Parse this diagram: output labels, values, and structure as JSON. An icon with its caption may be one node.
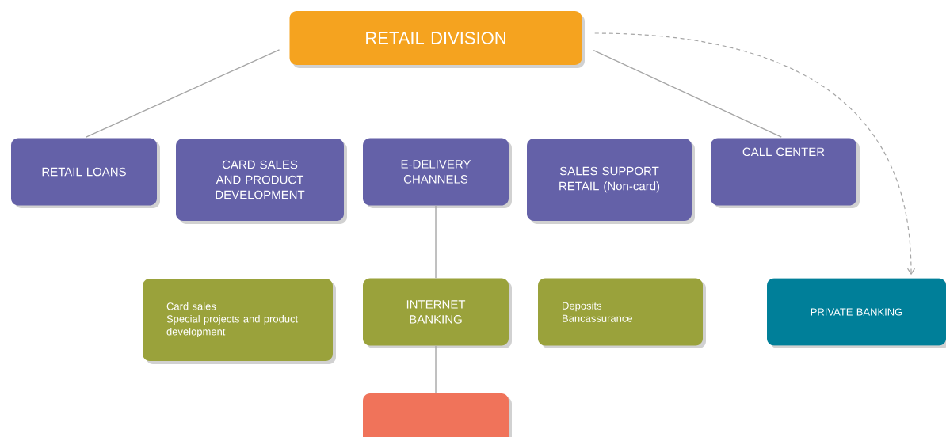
{
  "diagram": {
    "nodes": [
      {
        "text": [
          "RETAIL DIVISION"
        ]
      },
      {
        "text": [
          "RETAIL LOANS"
        ]
      },
      {
        "text": [
          "CARD SALES AND PRODUCT DEVELOPMENT"
        ]
      },
      {
        "text": [
          "E-DELIVERY CHANNELS"
        ]
      },
      {
        "text": [
          "SALES SUPPORT RETAIL (Non-card)"
        ]
      },
      {
        "text": [
          "CALL CENTER"
        ]
      },
      {
        "text": [
          "Card sales",
          "Special projects and product development"
        ]
      },
      {
        "text": [
          "INTERNET BANKING"
        ]
      },
      {
        "text": [
          "Deposits",
          "Bancassurance"
        ]
      },
      {
        "text": [
          "PRIVATE BANKING"
        ]
      },
      {
        "text": [],
        "shape": "box"
      }
    ],
    "edges": [
      {
        "from": 0,
        "to": 1,
        "arrow": "none"
      },
      {
        "from": 0,
        "to": 5,
        "arrow": "none"
      },
      {
        "from": 0,
        "to": 9,
        "arrow": "to",
        "style": "dashed"
      },
      {
        "from": 3,
        "to": 7,
        "arrow": "none"
      },
      {
        "from": 7,
        "to": 10,
        "arrow": "none"
      }
    ]
  }
}
